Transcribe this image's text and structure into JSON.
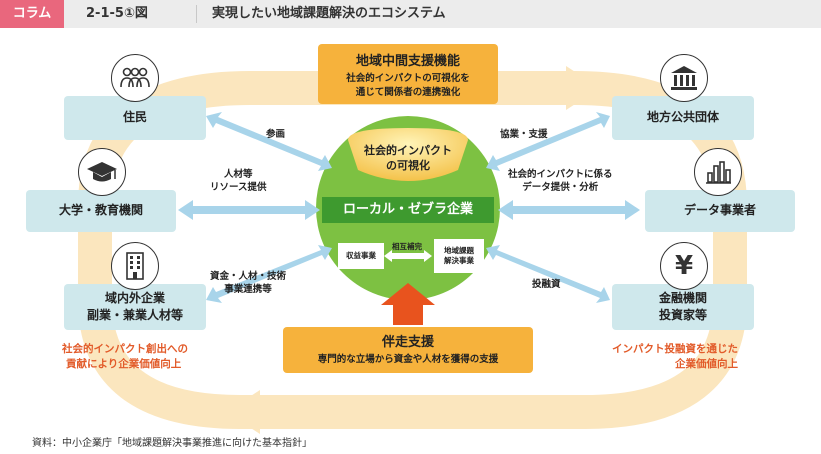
{
  "header": {
    "tag": "コラム",
    "number": "2-1-5①図",
    "title": "実現したい地域課題解決のエコシステム"
  },
  "center": {
    "title_line1": "社会的インパクト",
    "title_line2": "の可視化",
    "company": "ローカル・ゼブラ企業",
    "left_business": "収益事業",
    "mutual": "相互補完",
    "right_business_line1": "地域課題",
    "right_business_line2": "解決事業"
  },
  "top_box": {
    "title": "地域中間支援機能",
    "body_line1": "社会的インパクトの可視化を",
    "body_line2": "通じて関係者の連携強化"
  },
  "bottom_box": {
    "title": "伴走支援",
    "body": "専門的な立場から資金や人材を獲得の支援"
  },
  "left_nodes": {
    "residents": "住民",
    "university": "大学・教育機関",
    "companies_line1": "域内外企業",
    "companies_line2": "副業・兼業人材等"
  },
  "right_nodes": {
    "government": "地方公共団体",
    "data_providers": "データ事業者",
    "finance_line1": "金融機関",
    "finance_line2": "投資家等"
  },
  "arrow_labels": {
    "participation": "参画",
    "university_line1": "人材等",
    "university_line2": "リソース提供",
    "companies_line1": "資金・人材・技術",
    "companies_line2": "事業連携等",
    "government": "協業・支援",
    "data_line1": "社会的インパクトに係る",
    "data_line2": "データ提供・分析",
    "finance": "投融資"
  },
  "notes": {
    "left_line1": "社会的インパクト創出への",
    "left_line2": "貢献により企業価値向上",
    "right_line1": "インパクト投融資を通じた",
    "right_line2": "企業価値向上"
  },
  "source": "資料：中小企業庁「地域課題解決事業推進に向けた基本指針」",
  "colors": {
    "header_tag": "#e9677d",
    "node_box": "#cfe8ec",
    "orange": "#f6b23c",
    "loop": "#fbe6be",
    "circle": "#7dc142",
    "company_bar": "#3e9a2f",
    "arrow_blue": "#a8d4ea",
    "note_red": "#e25b2a",
    "up_arrow": "#e8531e"
  },
  "icons": {
    "residents": "people-icon",
    "university": "graduation-cap-icon",
    "companies": "building-icon",
    "government": "government-building-icon",
    "data_providers": "bar-chart-icon",
    "finance": "yen-icon"
  }
}
